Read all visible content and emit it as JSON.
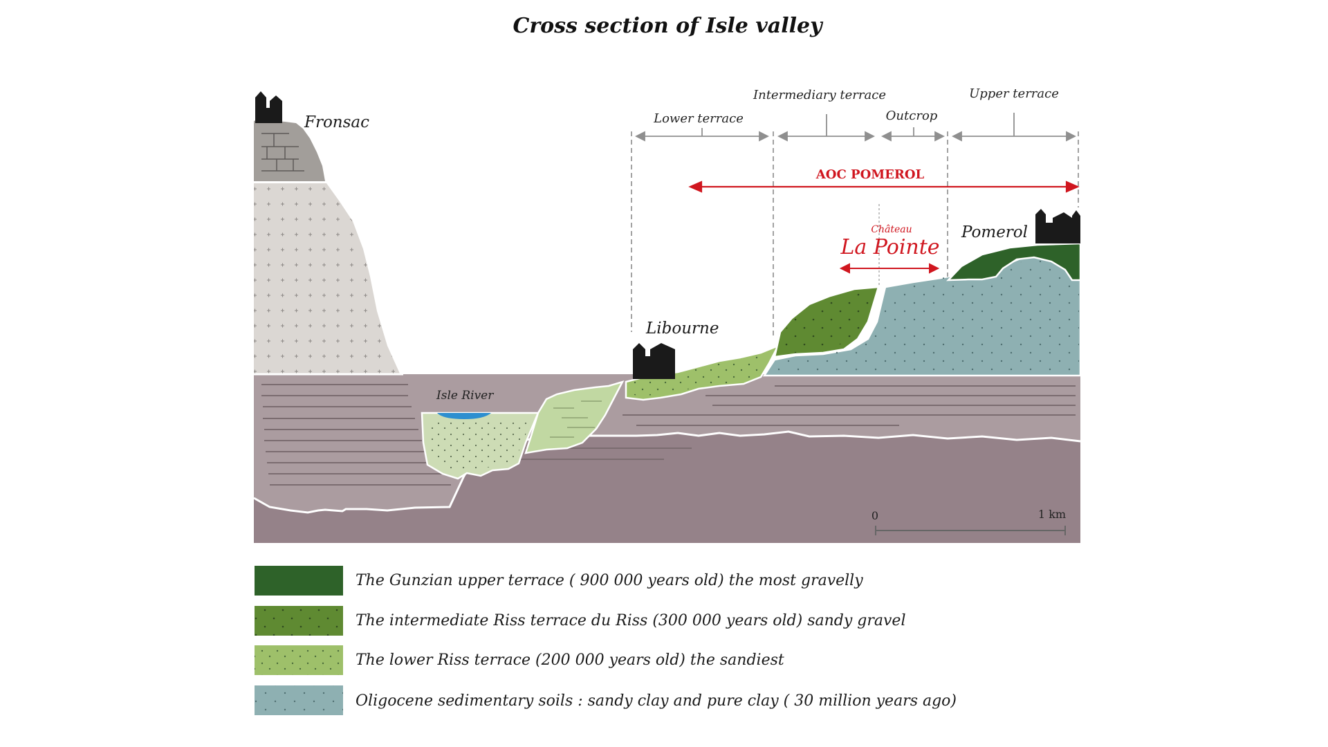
{
  "title": "Cross section of Isle valley",
  "places": {
    "fronsac": "Fronsac",
    "libourne": "Libourne",
    "pomerol": "Pomerol",
    "isle_river": "Isle River"
  },
  "terraces": {
    "lower": "Lower terrace",
    "intermediary": "Intermediary terrace",
    "outcrop": "Outcrop",
    "upper": "Upper terrace"
  },
  "appellation": "AOC POMEROL",
  "chateau": {
    "line1": "Château",
    "line2": "La Pointe"
  },
  "scale": {
    "start": "0",
    "end": "1 km"
  },
  "colors": {
    "gunzian": "#2e6229",
    "riss_intermediate": "#5f8a32",
    "riss_lower": "#9ec06a",
    "oligocene": "#8eb0b2",
    "accent_red": "#d0161f"
  },
  "legend": [
    {
      "color": "#2e6229",
      "dots": false,
      "label": "The Gunzian upper terrace ( 900 000 years old) the most gravelly"
    },
    {
      "color": "#5f8a32",
      "dots": true,
      "label": "The intermediate Riss terrace du Riss (300 000 years old) sandy gravel"
    },
    {
      "color": "#9ec06a",
      "dots": true,
      "label": "The lower Riss terrace (200 000 years old) the sandiest"
    },
    {
      "color": "#8eb0b2",
      "dots": true,
      "label": "Oligocene sedimentary soils : sandy clay and pure clay ( 30 million years ago)"
    }
  ]
}
